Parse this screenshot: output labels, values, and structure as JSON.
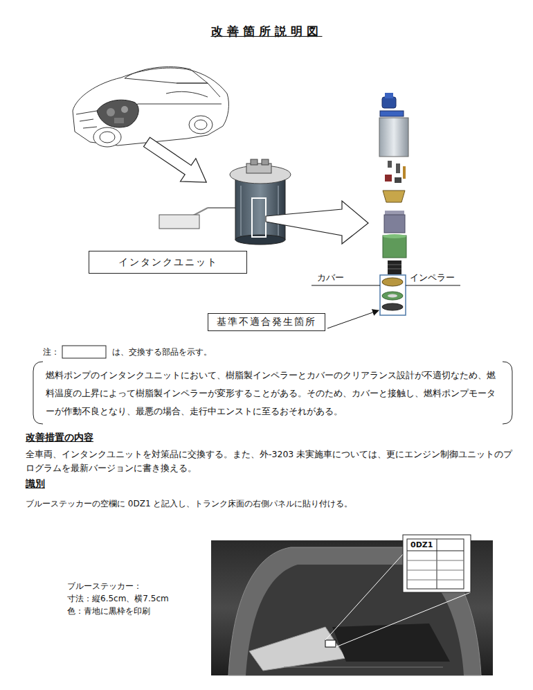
{
  "diagram": {
    "title": "改善箇所説明図",
    "nodes": [
      {
        "text": [
          "インタンクユニット"
        ]
      },
      {
        "text": [
          "基準不適合発生箇所"
        ]
      }
    ],
    "labels": [
      "カバー",
      "インペラー",
      "注：",
      "は、交換する部品を示す。",
      "燃料ポンプのインタンクユニットにおいて、樹脂製インペラーとカバーのクリアランス設計が不適切なため、燃料温度の上昇によって樹脂製インペラーが変形することがある。そのため、カバーと接触し、燃料ポンプモーターが作動不良となり、最悪の場合、走行中エンストに至るおそれがある。",
      "改善措置の内容",
      "全車両、インタンクユニットを対策品に交換する。また、外-3203 未実施車については、更にエンジン制御ユニットのプログラムを最新バージョンに書き換える。",
      "識別",
      "ブルーステッカーの空欄に 0DZ1 と記入し、トランク床面の右側パネルに貼り付ける。",
      "ブルーステッカー：",
      "寸法：縦6.5cm、横7.5cm",
      "色：青地に黒枠を印刷",
      "0DZ1"
    ]
  }
}
